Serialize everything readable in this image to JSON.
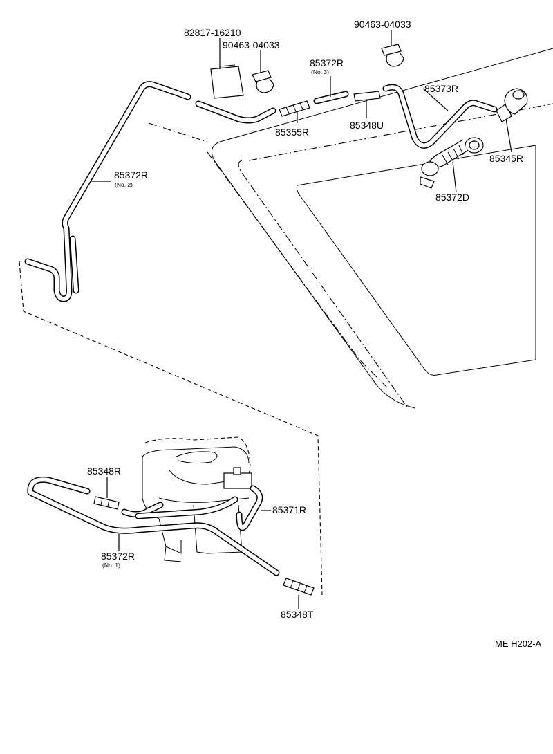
{
  "diagram": {
    "labels": {
      "p82817": "82817-16210",
      "p90463_a": "90463-04033",
      "p90463_b": "90463-04033",
      "p85372R_no3": "85372R",
      "p85372R_no3_sub": "(No. 3)",
      "p85373R": "85373R",
      "p85355R": "85355R",
      "p85348U": "85348U",
      "p85345R": "85345R",
      "p85372D": "85372D",
      "p85372R_no2": "85372R",
      "p85372R_no2_sub": "(No. 2)",
      "p85348R": "85348R",
      "p85371R": "85371R",
      "p85372R_no1": "85372R",
      "p85372R_no1_sub": "(No. 1)",
      "p85348T": "85348T"
    },
    "code": "ME H202-A"
  }
}
